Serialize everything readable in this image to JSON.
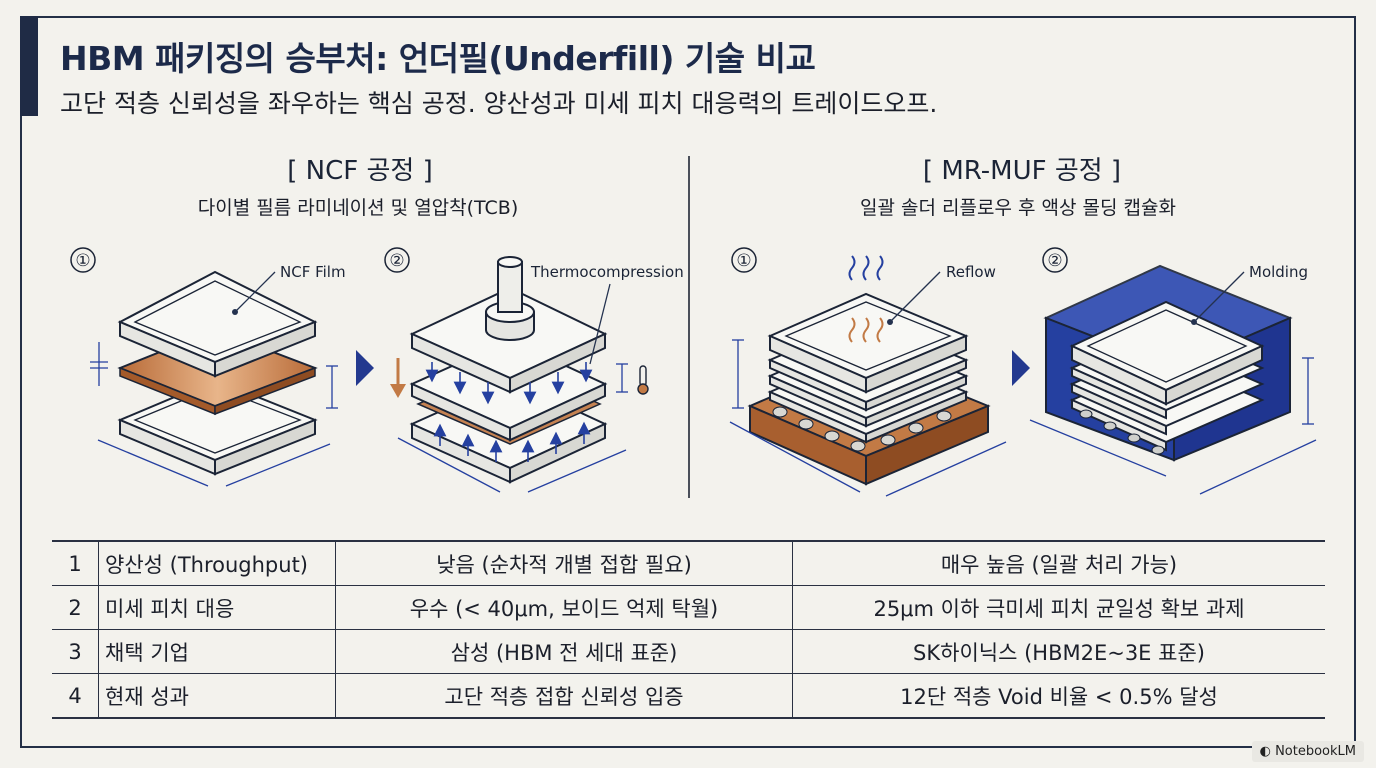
{
  "header": {
    "title": "HBM 패키징의 승부처: 언더필(Underfill) 기술 비교",
    "subtitle": "고단 적층 신뢰성을 좌우하는 핵심 공정. 양산성과 미세 피치 대응력의 트레이드오프."
  },
  "ncf": {
    "title": "[ NCF 공정 ]",
    "subtitle": "다이별 필름 라미네이션 및 열압착(TCB)",
    "step1_num": "①",
    "step2_num": "②",
    "step1_label": "NCF Film",
    "step2_label": "Thermocompression"
  },
  "muf": {
    "title": "[ MR-MUF 공정 ]",
    "subtitle": "일괄 솔더 리플로우 후 액상 몰딩 캡슐화",
    "step1_num": "①",
    "step2_num": "②",
    "step1_label": "Reflow",
    "step2_label": "Molding"
  },
  "table": {
    "rows": [
      {
        "num": "1",
        "item": "양산성 (Throughput)",
        "ncf": "낮음 (순차적 개별 접합 필요)",
        "muf": "매우 높음 (일괄 처리 가능)"
      },
      {
        "num": "2",
        "item": "미세 피치 대응",
        "ncf": "우수 (< 40μm, 보이드 억제 탁월)",
        "muf": "25μm 이하 극미세 피치 균일성 확보 과제"
      },
      {
        "num": "3",
        "item": "채택 기업",
        "ncf": "삼성 (HBM 전 세대 표준)",
        "muf": "SK하이닉스 (HBM2E~3E 표준)"
      },
      {
        "num": "4",
        "item": "현재 성과",
        "ncf": "고단 적층 접합 신뢰성 입증",
        "muf": "12단 적층 Void 비율 < 0.5% 달성"
      }
    ]
  },
  "footer": {
    "logo": "NotebookLM"
  },
  "colors": {
    "navy": "#1f2b45",
    "blue": "#2540a0",
    "copper": "#c27a45",
    "background": "#f3f2ed"
  }
}
